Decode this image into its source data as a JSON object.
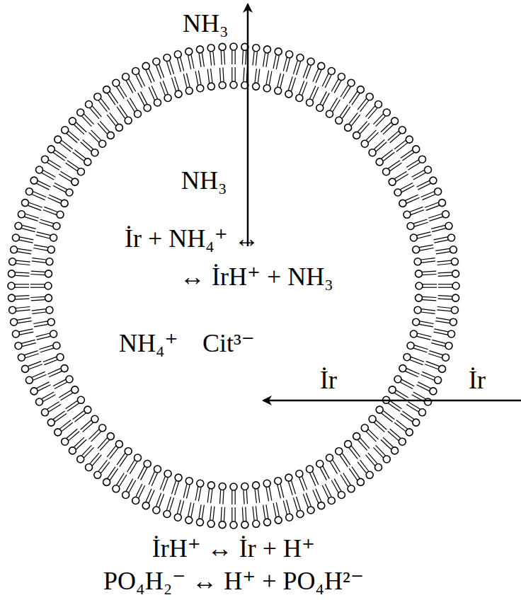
{
  "diagram": {
    "labels": [
      "NH₃",
      "NH₃",
      "İr + NH₄⁺ ↔",
      "↔ İrH⁺ + NH₃",
      "NH₄⁺",
      "Cit³⁻",
      "İr",
      "İr",
      "İrH⁺ ↔ İr + H⁺",
      "PO₄H₂⁻ ↔ H⁺ + PO₄H²⁻"
    ]
  }
}
